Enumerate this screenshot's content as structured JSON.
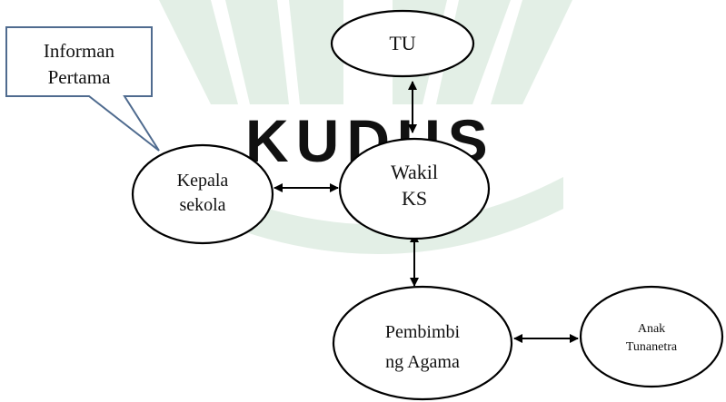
{
  "nodes": {
    "tu": "TU",
    "wakil_line1": "Wakil",
    "wakil_line2": "KS",
    "kepala_line1": "Kepala",
    "kepala_line2": "sekola",
    "pembimbing_line1": "Pembimbi",
    "pembimbing_line2": "ng Agama",
    "anak_line1": "Anak",
    "anak_line2": "Tunanetra"
  },
  "callout": {
    "line1": "Informan",
    "line2": "Pertama"
  },
  "watermark": {
    "text": "KUDUS",
    "color": "#f3e6a8",
    "logo_color": "#e3efe6"
  },
  "colors": {
    "node_stroke": "#000000",
    "callout_stroke": "#4f6b8f",
    "arrow": "#000000"
  }
}
